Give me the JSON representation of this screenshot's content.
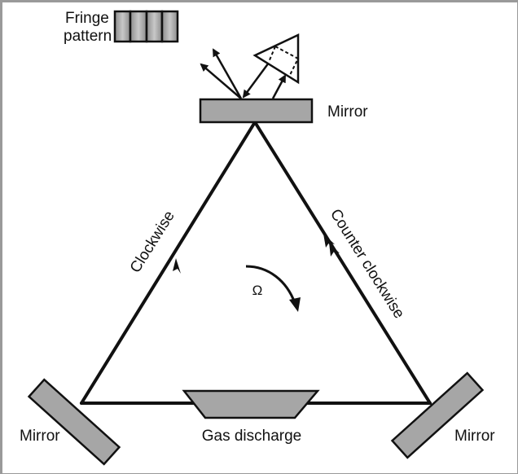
{
  "diagram": {
    "title": "Ring laser gyroscope",
    "labels": {
      "fringe_line1": "Fringe",
      "fringe_line2": "pattern",
      "mirror_top": "Mirror",
      "mirror_left": "Mirror",
      "mirror_right": "Mirror",
      "gas_discharge": "Gas discharge",
      "clockwise": "Clockwise",
      "counter_clockwise": "Counter clockwise",
      "omega": "Ω"
    },
    "fringe_pattern": {
      "cells": 4
    },
    "colors": {
      "mirror_fill": "#a6a6a6",
      "stroke": "#111111",
      "border": "#9a9a9a",
      "background": "#ffffff"
    }
  }
}
